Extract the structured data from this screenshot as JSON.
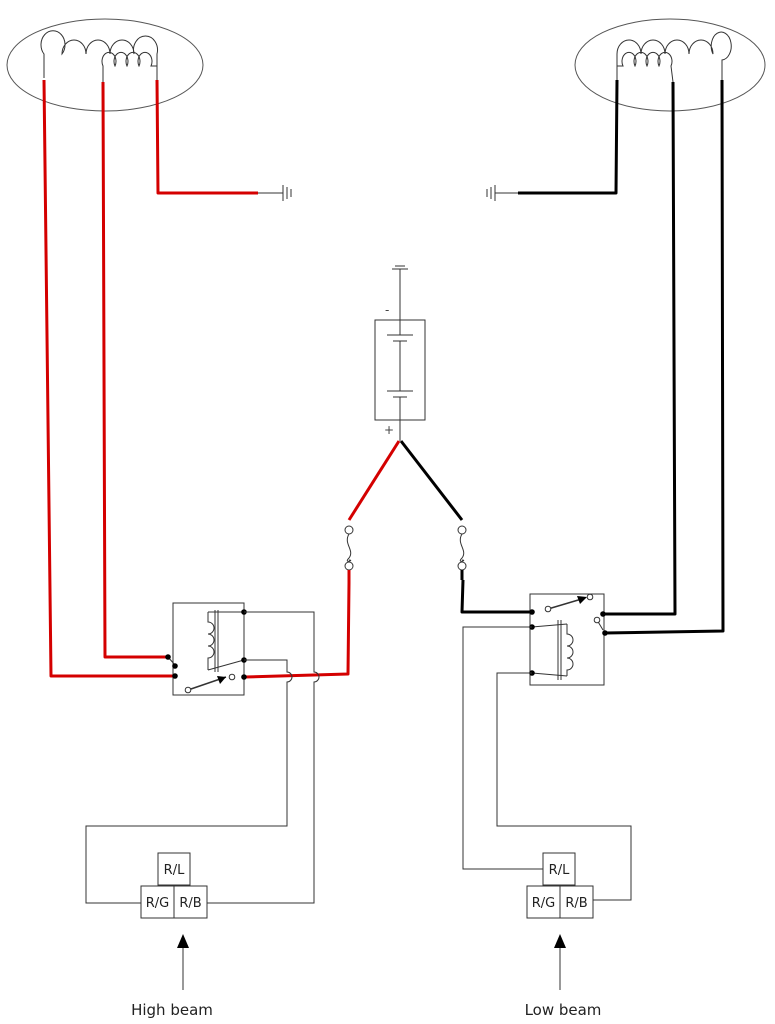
{
  "colors": {
    "wire_left": "#d40000",
    "wire_right": "#000000",
    "thin": "#333333"
  },
  "battery": {
    "minus": "-",
    "plus": "+"
  },
  "left_connector": {
    "top": "R/L",
    "bottom_left": "R/G",
    "bottom_right": "R/B"
  },
  "right_connector": {
    "top": "R/L",
    "bottom_left": "R/G",
    "bottom_right": "R/B"
  },
  "captions": {
    "left": "High beam",
    "right": "Low beam"
  }
}
